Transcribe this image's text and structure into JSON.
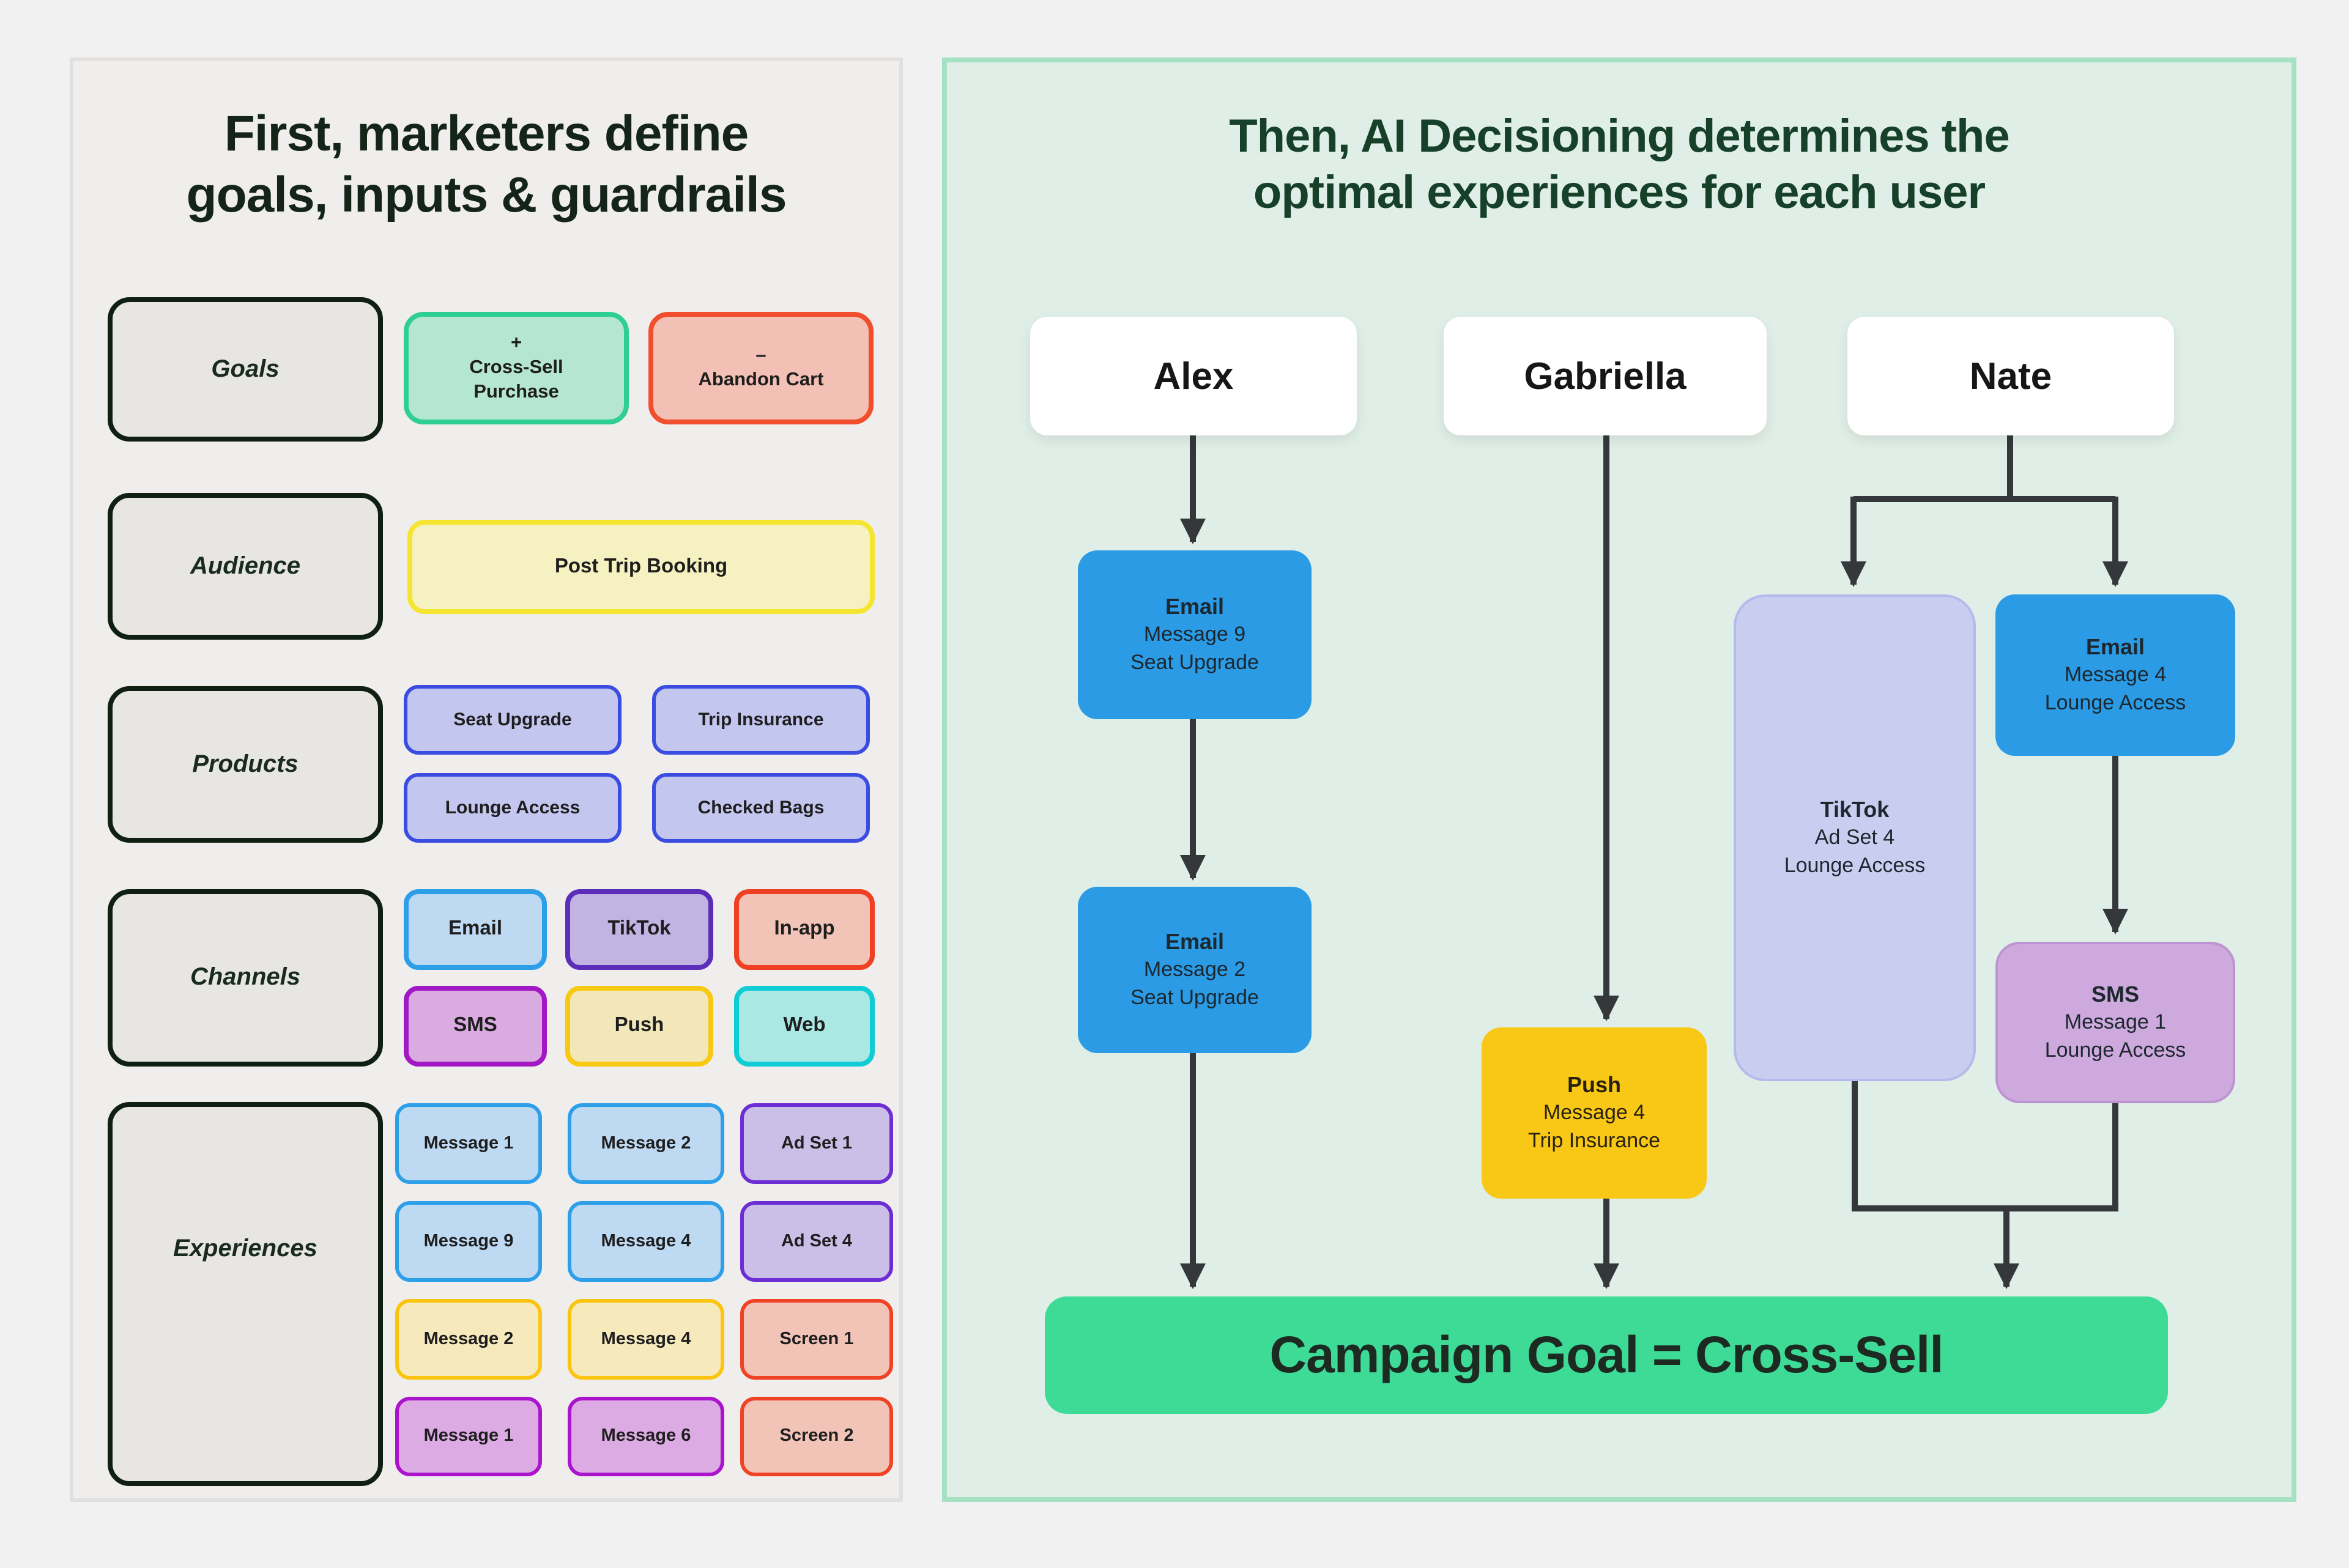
{
  "colors": {
    "page_bg": "#f1f1f1",
    "left_panel_bg": "#efeeec",
    "left_panel_border": "#e1e0de",
    "right_panel_bg": "#dfeee6",
    "right_panel_border": "#a7e1c4",
    "goal_positive_border": "#2fce92",
    "goal_positive_bg": "#b5e6d2",
    "goal_negative_border": "#f04e2c",
    "goal_negative_bg": "#f2c0b4",
    "audience_border": "#f5e531",
    "product_border": "#3b4ce0",
    "email_border": "#2d9fe8",
    "tiktok_border": "#5b2db8",
    "inapp_border": "#ef4023",
    "sms_border": "#a218c4",
    "push_border": "#f7c912",
    "web_border": "#10ccd4",
    "adset_border": "#6d2dd4",
    "flow_blue": "#2b9be6",
    "flow_gold": "#f9c716",
    "flow_tiktok_bg": "#c9cdf0",
    "flow_sms_bg": "#cda9dd",
    "goal_bar_green": "#3edb97",
    "arrow": "#35383b",
    "title_left": "#142418",
    "title_right": "#17402a"
  },
  "left": {
    "title_line1": "First, marketers define",
    "title_line2": "goals, inputs & guardrails",
    "labels": {
      "goals": "Goals",
      "audience": "Audience",
      "products": "Products",
      "channels": "Channels",
      "experiences": "Experiences"
    },
    "goal_positive": {
      "sign": "+",
      "line1": "Cross-Sell",
      "line2": "Purchase"
    },
    "goal_negative": {
      "sign": "–",
      "line1": "Abandon Cart"
    },
    "audience_value": "Post Trip Booking",
    "products": [
      "Seat Upgrade",
      "Trip Insurance",
      "Lounge Access",
      "Checked Bags"
    ],
    "channels": [
      "Email",
      "TikTok",
      "In-app",
      "SMS",
      "Push",
      "Web"
    ],
    "experiences": [
      "Message 1",
      "Message 2",
      "Ad Set 1",
      "Message 9",
      "Message 4",
      "Ad Set 4",
      "Message 2",
      "Message 4",
      "Screen 1",
      "Message 1",
      "Message 6",
      "Screen 2"
    ]
  },
  "right": {
    "title_line1": "Then, AI Decisioning determines the",
    "title_line2": "optimal experiences for each user",
    "users": [
      "Alex",
      "Gabriella",
      "Nate"
    ],
    "alex_step1": {
      "channel": "Email",
      "line2": "Message 9",
      "line3": "Seat Upgrade"
    },
    "alex_step2": {
      "channel": "Email",
      "line2": "Message 2",
      "line3": "Seat Upgrade"
    },
    "gabriella_step1": {
      "channel": "Push",
      "line2": "Message 4",
      "line3": "Trip Insurance"
    },
    "nate_tiktok": {
      "channel": "TikTok",
      "line2": "Ad Set 4",
      "line3": "Lounge Access"
    },
    "nate_email": {
      "channel": "Email",
      "line2": "Message 4",
      "line3": "Lounge Access"
    },
    "nate_sms": {
      "channel": "SMS",
      "line2": "Message 1",
      "line3": "Lounge Access"
    },
    "goal_banner": "Campaign Goal = Cross-Sell"
  }
}
